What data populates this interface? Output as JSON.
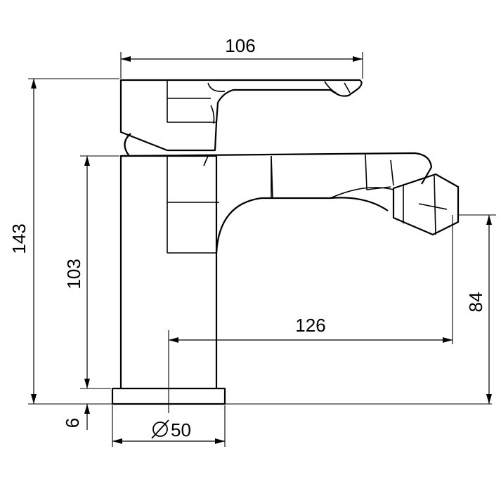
{
  "dimensions": {
    "handle_width": "106",
    "total_height": "143",
    "body_height": "103",
    "spout_reach": "126",
    "nozzle_height": "84",
    "base_thickness": "6",
    "base_diameter": "50",
    "diameter_symbol": "⌀"
  }
}
